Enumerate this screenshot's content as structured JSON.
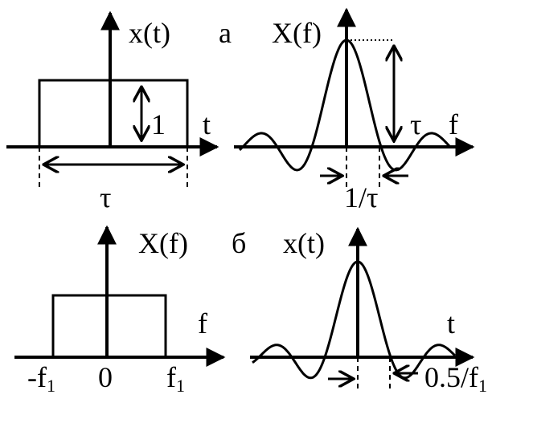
{
  "panel_a": {
    "letter": "а",
    "time_title": "x(t)",
    "time_axis": "t",
    "height_label": "1",
    "width_label": "τ",
    "spectrum_title": "X(f)",
    "spectrum_axis": "f",
    "peak_label": "τ",
    "null_label": "1/τ"
  },
  "panel_b": {
    "letter": "б",
    "spectrum_title": "X(f)",
    "spectrum_axis": "f",
    "tick_left": "-f",
    "tick_left_sub": "1",
    "tick_zero": "0",
    "tick_right": "f",
    "tick_right_sub": "1",
    "time_title": "x(t)",
    "time_axis": "t",
    "null_label": "0.5/f",
    "null_label_sub": "1"
  }
}
